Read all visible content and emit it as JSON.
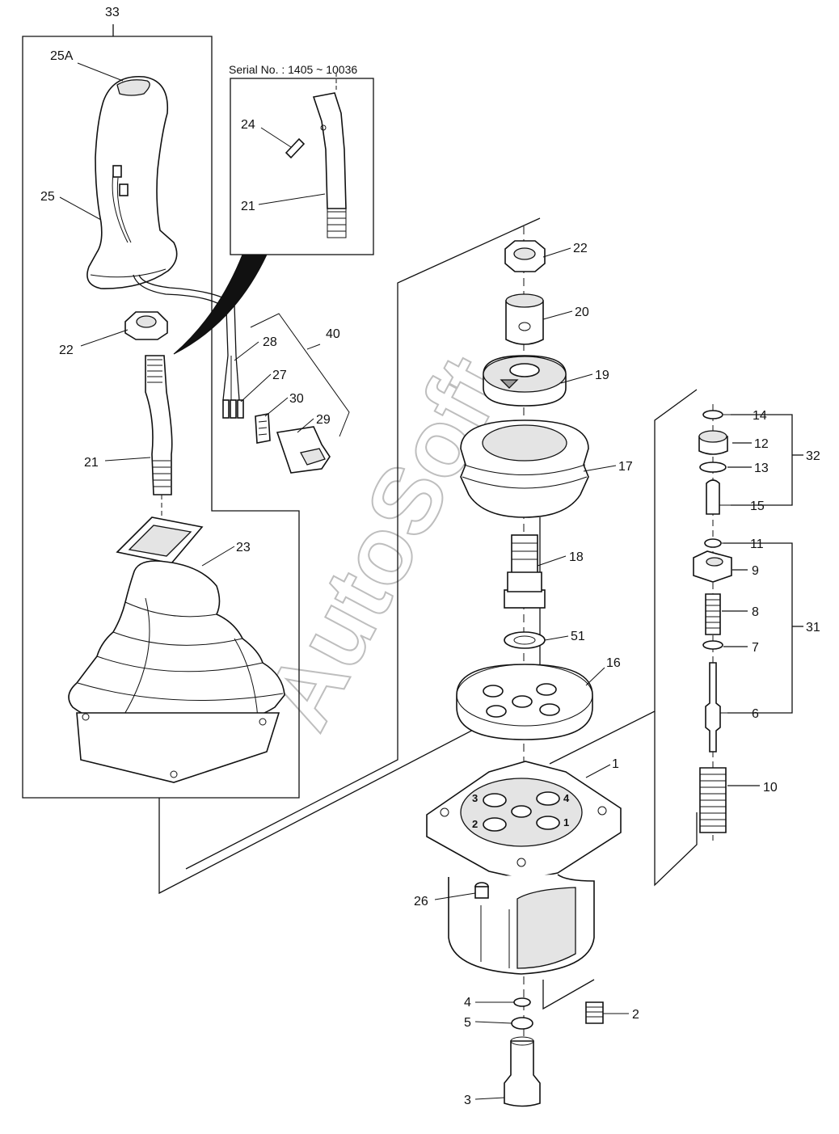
{
  "diagram": {
    "serial_note": "Serial No. : 1405 ~ 10036",
    "watermark": "AutoSoft",
    "port_numbers": [
      "1",
      "2",
      "3",
      "4"
    ],
    "callouts": {
      "c33": "33",
      "c25A": "25A",
      "c25": "25",
      "c22a": "22",
      "c21a": "21",
      "c24": "24",
      "c21b": "21",
      "c28": "28",
      "c27": "27",
      "c40": "40",
      "c30": "30",
      "c29": "29",
      "c23": "23",
      "c22b": "22",
      "c20": "20",
      "c19": "19",
      "c17": "17",
      "c18": "18",
      "c51": "51",
      "c16": "16",
      "c1": "1",
      "c26": "26",
      "c4": "4",
      "c5": "5",
      "c3": "3",
      "c2": "2",
      "c14": "14",
      "c12": "12",
      "c13": "13",
      "c32": "32",
      "c15": "15",
      "c11": "11",
      "c9": "9",
      "c8": "8",
      "c31": "31",
      "c7": "7",
      "c6": "6",
      "c10": "10"
    }
  }
}
